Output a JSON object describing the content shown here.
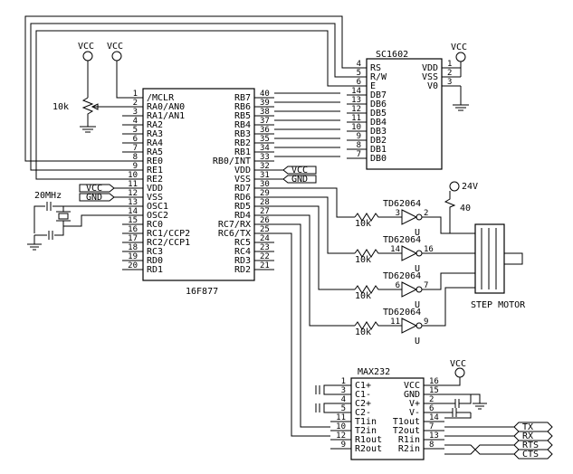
{
  "pic": {
    "name": "16F877",
    "left": [
      {
        "pin": "1",
        "label": "/MCLR"
      },
      {
        "pin": "2",
        "label": "RA0/AN0"
      },
      {
        "pin": "3",
        "label": "RA1/AN1"
      },
      {
        "pin": "4",
        "label": "RA2"
      },
      {
        "pin": "5",
        "label": "RA3"
      },
      {
        "pin": "6",
        "label": "RA4"
      },
      {
        "pin": "7",
        "label": "RA5"
      },
      {
        "pin": "8",
        "label": "RE0"
      },
      {
        "pin": "9",
        "label": "RE1"
      },
      {
        "pin": "10",
        "label": "RE2"
      },
      {
        "pin": "11",
        "label": "VDD"
      },
      {
        "pin": "12",
        "label": "VSS"
      },
      {
        "pin": "13",
        "label": "OSC1"
      },
      {
        "pin": "14",
        "label": "OSC2"
      },
      {
        "pin": "15",
        "label": "RC0"
      },
      {
        "pin": "16",
        "label": "RC1/CCP2"
      },
      {
        "pin": "17",
        "label": "RC2/CCP1"
      },
      {
        "pin": "18",
        "label": "RC3"
      },
      {
        "pin": "19",
        "label": "RD0"
      },
      {
        "pin": "20",
        "label": "RD1"
      }
    ],
    "right": [
      {
        "pin": "40",
        "label": "RB7"
      },
      {
        "pin": "39",
        "label": "RB6"
      },
      {
        "pin": "38",
        "label": "RB5"
      },
      {
        "pin": "37",
        "label": "RB4"
      },
      {
        "pin": "36",
        "label": "RB3"
      },
      {
        "pin": "35",
        "label": "RB2"
      },
      {
        "pin": "34",
        "label": "RB1"
      },
      {
        "pin": "33",
        "label": "RB0/INT"
      },
      {
        "pin": "32",
        "label": "VDD"
      },
      {
        "pin": "31",
        "label": "VSS"
      },
      {
        "pin": "30",
        "label": "RD7"
      },
      {
        "pin": "29",
        "label": "RD6"
      },
      {
        "pin": "28",
        "label": "RD5"
      },
      {
        "pin": "27",
        "label": "RD4"
      },
      {
        "pin": "26",
        "label": "RC7/RX"
      },
      {
        "pin": "25",
        "label": "RC6/TX"
      },
      {
        "pin": "24",
        "label": "RC5"
      },
      {
        "pin": "23",
        "label": "RC4"
      },
      {
        "pin": "22",
        "label": "RD3"
      },
      {
        "pin": "21",
        "label": "RD2"
      }
    ]
  },
  "lcd": {
    "name": "SC1602",
    "left": [
      {
        "pin": "4",
        "label": "RS"
      },
      {
        "pin": "5",
        "label": "R/W"
      },
      {
        "pin": "6",
        "label": "E"
      },
      {
        "pin": "14",
        "label": "DB7"
      },
      {
        "pin": "13",
        "label": "DB6"
      },
      {
        "pin": "12",
        "label": "DB5"
      },
      {
        "pin": "11",
        "label": "DB4"
      },
      {
        "pin": "10",
        "label": "DB3"
      },
      {
        "pin": "9",
        "label": "DB2"
      },
      {
        "pin": "8",
        "label": "DB1"
      },
      {
        "pin": "7",
        "label": "DB0"
      }
    ],
    "right": [
      {
        "pin": "1",
        "label": "VDD"
      },
      {
        "pin": "2",
        "label": "VSS"
      },
      {
        "pin": "3",
        "label": "V0"
      }
    ]
  },
  "max": {
    "name": "MAX232",
    "left": [
      {
        "pin": "1",
        "label": "C1+"
      },
      {
        "pin": "3",
        "label": "C1-"
      },
      {
        "pin": "4",
        "label": "C2+"
      },
      {
        "pin": "5",
        "label": "C2-"
      },
      {
        "pin": "11",
        "label": "T1in"
      },
      {
        "pin": "10",
        "label": "T2in"
      },
      {
        "pin": "12",
        "label": "R1out"
      },
      {
        "pin": "9",
        "label": "R2out"
      }
    ],
    "right": [
      {
        "pin": "16",
        "label": "VCC"
      },
      {
        "pin": "15",
        "label": "GND"
      },
      {
        "pin": "2",
        "label": "V+"
      },
      {
        "pin": "6",
        "label": "V-"
      },
      {
        "pin": "14",
        "label": "T1out"
      },
      {
        "pin": "7",
        "label": "T2out"
      },
      {
        "pin": "13",
        "label": "R1in"
      },
      {
        "pin": "8",
        "label": "R2in"
      }
    ]
  },
  "drivers": [
    {
      "name": "TD62064",
      "in_pin": "3",
      "out_pin": "2",
      "res": "10k",
      "sub": "U"
    },
    {
      "name": "TD62064",
      "in_pin": "14",
      "out_pin": "16",
      "res": "10k",
      "sub": "U"
    },
    {
      "name": "TD62064",
      "in_pin": "6",
      "out_pin": "7",
      "res": "10k",
      "sub": "U"
    },
    {
      "name": "TD62064",
      "in_pin": "11",
      "out_pin": "9",
      "res": "10k",
      "sub": "U"
    }
  ],
  "labels": {
    "vcc": "VCC",
    "gnd": "GND",
    "pot": "10k",
    "crystal": "20MHz",
    "v24": "24V",
    "r40": "40",
    "motor": "STEP MOTOR"
  },
  "serial": [
    "TX",
    "RX",
    "RTS",
    "CTS"
  ]
}
